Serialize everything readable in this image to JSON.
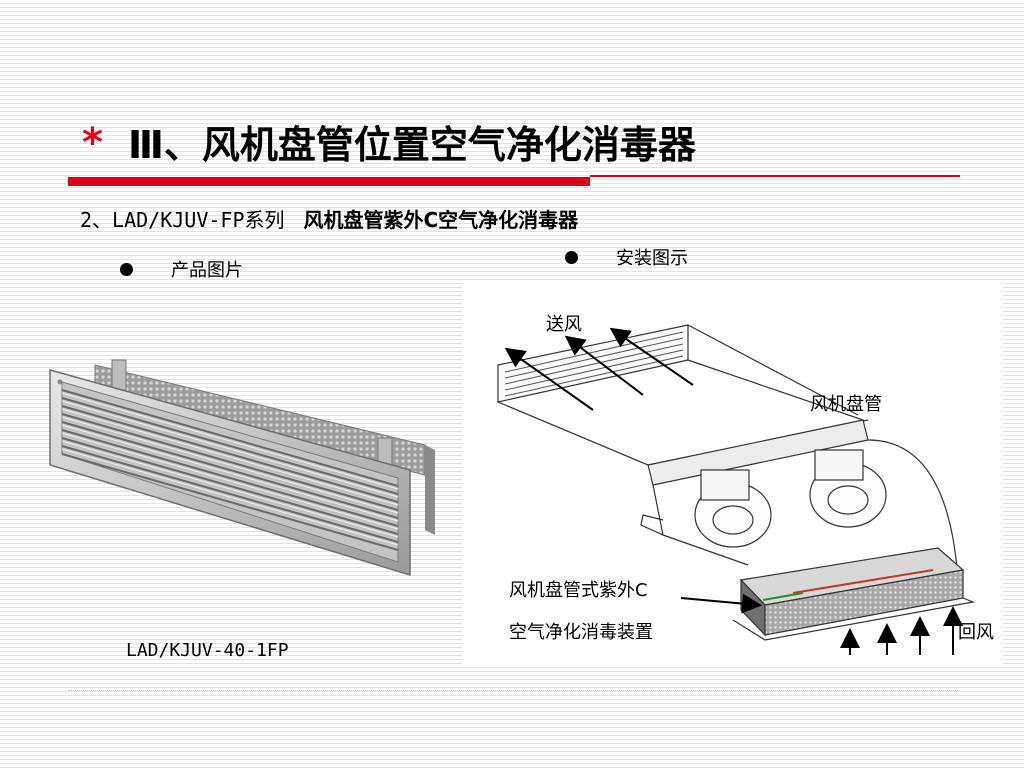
{
  "slide": {
    "title_marker": "*",
    "title": "Ⅲ、风机盘管位置空气净化消毒器",
    "subtitle_code": "2、LAD/KJUV-FP系列",
    "subtitle_name": "风机盘管紫外C空气净化消毒器"
  },
  "bullets": {
    "product": "产品图片",
    "install": "安装图示"
  },
  "product": {
    "caption": "LAD/KJUV-40-1FP"
  },
  "diagram": {
    "supply_air": "送风",
    "fan_coil": "风机盘管",
    "device_line1": "风机盘管式紫外C",
    "device_line2": "空气净化消毒装置",
    "return_air": "回风"
  },
  "colors": {
    "accent_red": "#e0001a"
  }
}
